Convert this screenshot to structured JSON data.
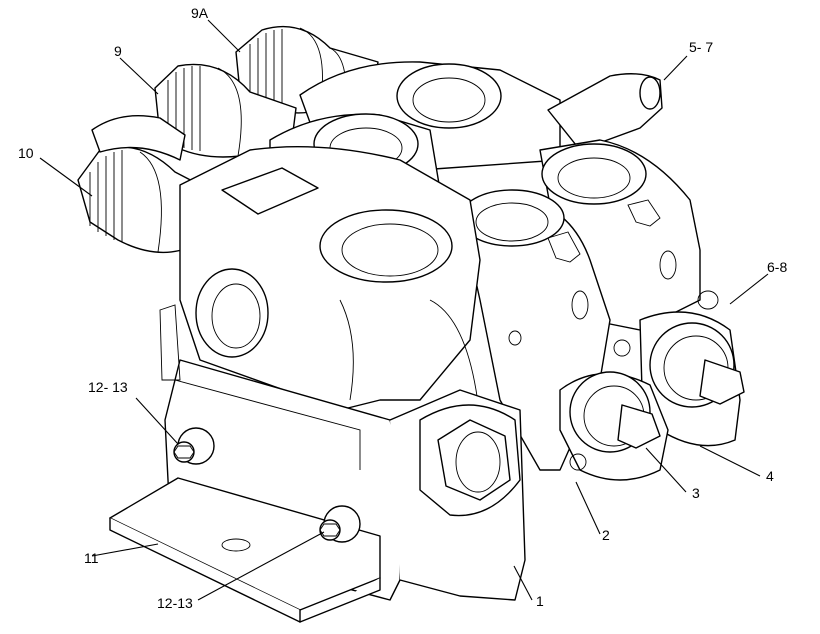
{
  "callouts": {
    "c9a": "9A",
    "c57": "5- 7",
    "c9": "9",
    "c10": "10",
    "c68": "6-8",
    "c1213_top": "12- 13",
    "c4": "4",
    "c3": "3",
    "c2": "2",
    "c11": "11",
    "c1213_bottom": "12-13",
    "c1": "1"
  }
}
